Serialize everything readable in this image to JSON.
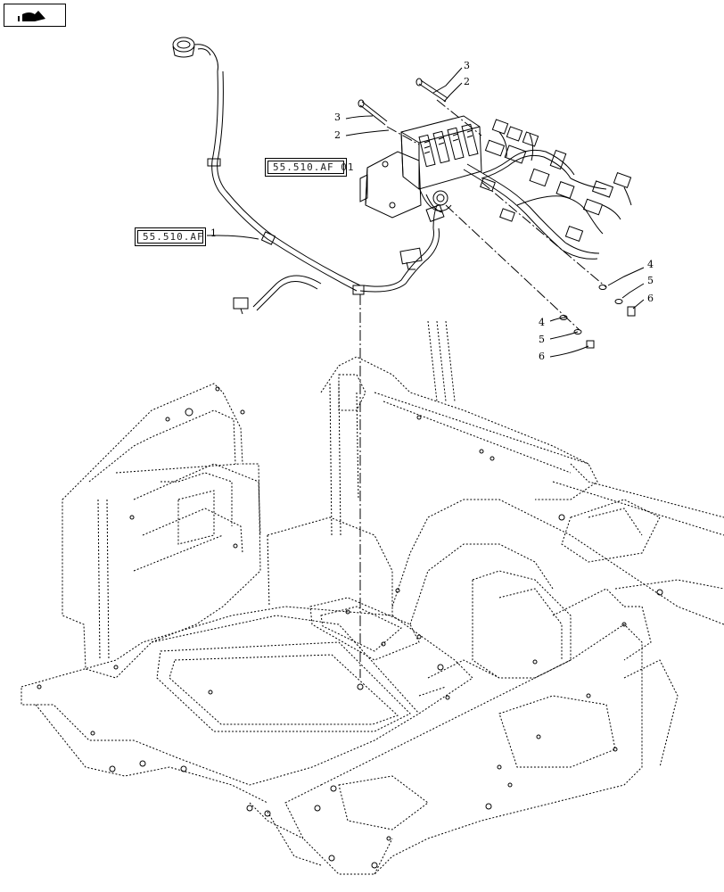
{
  "diagram": {
    "icon": "next-page-arrow-icon",
    "references": [
      {
        "id": "ref-a",
        "text": "55.510.AF 01"
      },
      {
        "id": "ref-b",
        "text": "55.510.AF"
      }
    ],
    "callouts": [
      {
        "id": "c1",
        "text": "1"
      },
      {
        "id": "c3a",
        "text": "3"
      },
      {
        "id": "c2a",
        "text": "2"
      },
      {
        "id": "c3b",
        "text": "3"
      },
      {
        "id": "c2b",
        "text": "2"
      },
      {
        "id": "c4a",
        "text": "4"
      },
      {
        "id": "c5a",
        "text": "5"
      },
      {
        "id": "c6a",
        "text": "6"
      },
      {
        "id": "c4b",
        "text": "4"
      },
      {
        "id": "c5b",
        "text": "5"
      },
      {
        "id": "c6b",
        "text": "6"
      }
    ]
  }
}
